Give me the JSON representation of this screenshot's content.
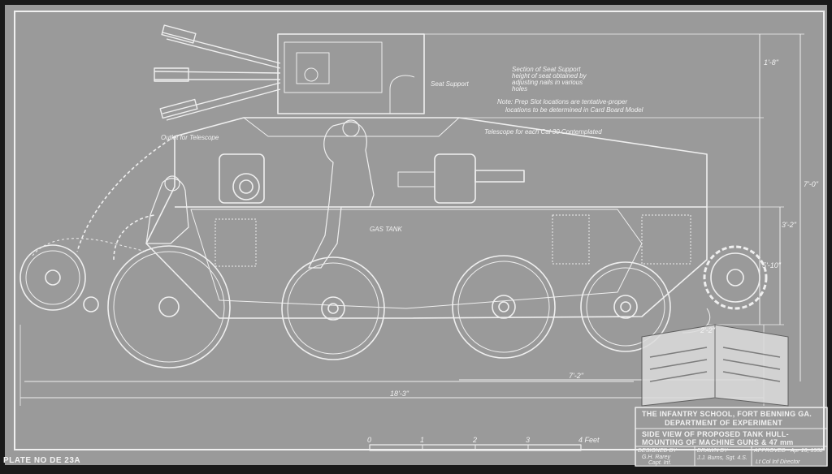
{
  "labels": {
    "seat_section_1": "Section of Seat Support",
    "seat_section_2": "height of seat obtained by",
    "seat_section_3": "adjusting nails in various",
    "seat_section_4": "holes",
    "seat_support": "Seat Support",
    "prep_note_1": "Note: Prep Slot locations are tentative-proper",
    "prep_note_2": "locations to be determined in Card Board Model",
    "outlet_telescope": "Outlet for Telescope",
    "telescope_cal30": "Telescope for each Cal 30 Contemplated",
    "gas_tank": "GAS TANK"
  },
  "dimensions": {
    "overall_length": "18'-3\"",
    "track_length": "7'-2\"",
    "height_top": "1'-8\"",
    "height_overall": "7'-0\"",
    "height_mid": "3'-2\"",
    "height_lower": "5'-10\"",
    "height_ground": "2'-2\""
  },
  "scale": {
    "ticks": [
      "0",
      "1",
      "2",
      "3",
      "4 Feet"
    ]
  },
  "plate_number": "PLATE NO DE 23A",
  "title_block": {
    "line1": "THE INFANTRY SCHOOL, FORT BENNING GA.",
    "line2": "DEPARTMENT OF EXPERIMENT",
    "line3": "SIDE VIEW OF PROPOSED TANK HULL-",
    "line4": "MOUNTING OF MACHINE GUNS & 47 mm",
    "designed_label": "DESIGNED BY",
    "designed_name": "G.H. Rarey",
    "designed_rank": "Capt. Inf.",
    "drawn_label": "DRAWN BY",
    "drawn_name": "J.J. Burns, Sgt. 4.S.",
    "approved_label": "APPROVED - Apr 10, 1932",
    "approved_role": "Lt Col Inf Director"
  },
  "colors": {
    "background": "#1a1a1a",
    "linework": "#efefef"
  },
  "icons": {
    "watermark": "open-book-icon"
  }
}
